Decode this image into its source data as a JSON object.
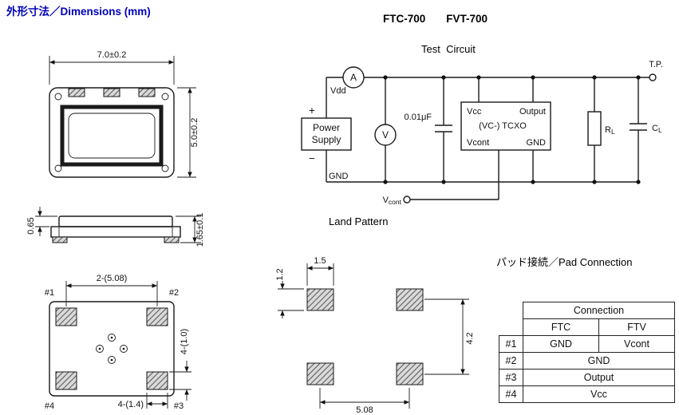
{
  "header": {
    "dimensions_label": "外形寸法／Dimensions (mm)",
    "title1": "FTC-700",
    "title2": "FVT-700"
  },
  "sections": {
    "test_circuit": "Test  Circuit",
    "land_pattern": "Land Pattern",
    "pad_connection": "パッド接続／Pad Connection"
  },
  "package_top_view": {
    "width": "7.0±0.2",
    "height": "5.0±0.2"
  },
  "package_side_view": {
    "lid_height": "0.65",
    "total_height": "1.65±0.1"
  },
  "package_bottom_view": {
    "pin1": "#1",
    "pin2": "#2",
    "pin3": "#3",
    "pin4": "#4",
    "pitch": "2-(5.08)",
    "pad_height": "4-(1.0)",
    "pad_width": "4-(1.4)"
  },
  "test_circuit": {
    "ammeter": "A",
    "voltmeter": "V",
    "vdd": "Vdd",
    "plus": "+",
    "minus": "−",
    "power_supply_line1": "Power",
    "power_supply_line2": "Supply",
    "gnd": "GND",
    "capacitor": "0.01μF",
    "tcxo_vcc": "Vcc",
    "tcxo_output": "Output",
    "tcxo_name": "(VC-) TCXO",
    "tcxo_vcont": "Vcont",
    "tcxo_gnd": "GND",
    "rl_main": "R",
    "rl_sub": "L",
    "cl_main": "C",
    "cl_sub": "L",
    "tp": "T.P.",
    "vcont_main": "V",
    "vcont_sub": "cont"
  },
  "land_pattern": {
    "pad_width": "1.5",
    "pad_height": "1.2",
    "vertical_pitch": "4.2",
    "horizontal_pitch": "5.08"
  },
  "pad_table": {
    "connection": "Connection",
    "ftc": "FTC",
    "ftv": "FTV",
    "rows": [
      {
        "pin": "#1",
        "ftc": "GND",
        "ftv": "Vcont"
      },
      {
        "pin": "#2",
        "both": "GND"
      },
      {
        "pin": "#3",
        "both": "Output"
      },
      {
        "pin": "#4",
        "both": "Vcc"
      }
    ]
  }
}
